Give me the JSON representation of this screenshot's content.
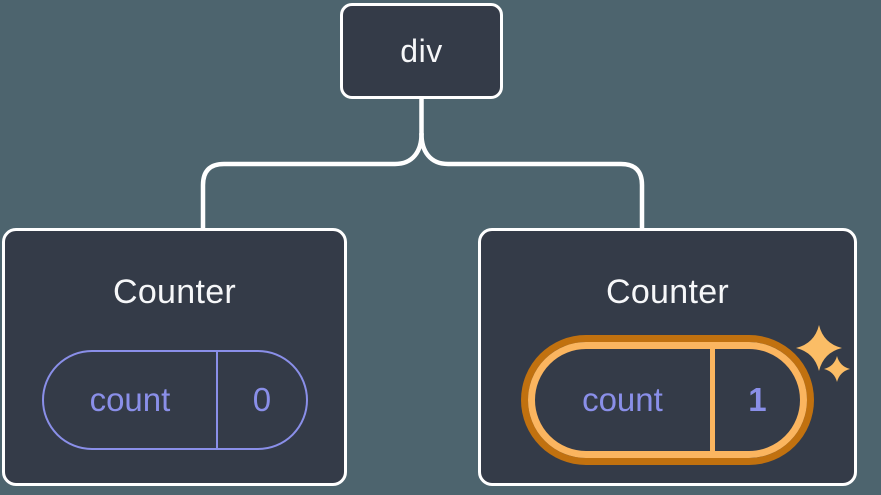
{
  "diagram": {
    "description": "React component tree: a div root with two Counter children, the second Counter's state is highlighted as newly updated",
    "root": {
      "label": "div"
    },
    "children": [
      {
        "title": "Counter",
        "state": {
          "key": "count",
          "value": "0"
        },
        "highlighted": false
      },
      {
        "title": "Counter",
        "state": {
          "key": "count",
          "value": "1"
        },
        "highlighted": true
      }
    ]
  },
  "colors": {
    "background": "#4D646E",
    "node-bg": "#343B48",
    "node-border": "#FFFFFF",
    "connector": "#FFFFFF",
    "text-primary": "#F6F7F9",
    "state-purple": "#8A8FE9",
    "highlight-outer": "#C1710F",
    "highlight-inner": "#FBB55F",
    "sparkle": "#FBBD66"
  }
}
